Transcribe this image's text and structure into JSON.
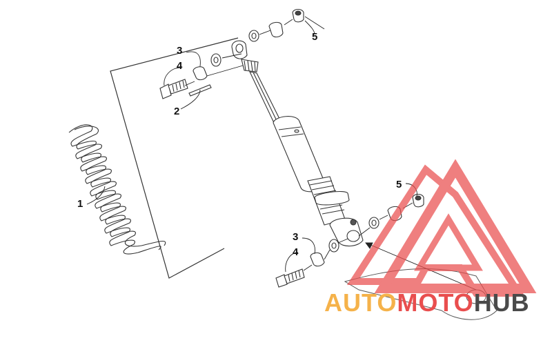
{
  "callouts": {
    "c1": "1",
    "c2": "2",
    "c3_top": "3",
    "c4_top": "4",
    "c5_top": "5",
    "c3_bottom": "3",
    "c4_bottom": "4",
    "c5_bottom": "5"
  },
  "watermark": {
    "part1": "AUTO",
    "part2": "MOTO",
    "part3": "HUB",
    "color_auto": "#f5b24a",
    "color_moto": "#e94e4e",
    "color_hub": "#4a4a4a",
    "logo_color": "#e94e4e"
  }
}
